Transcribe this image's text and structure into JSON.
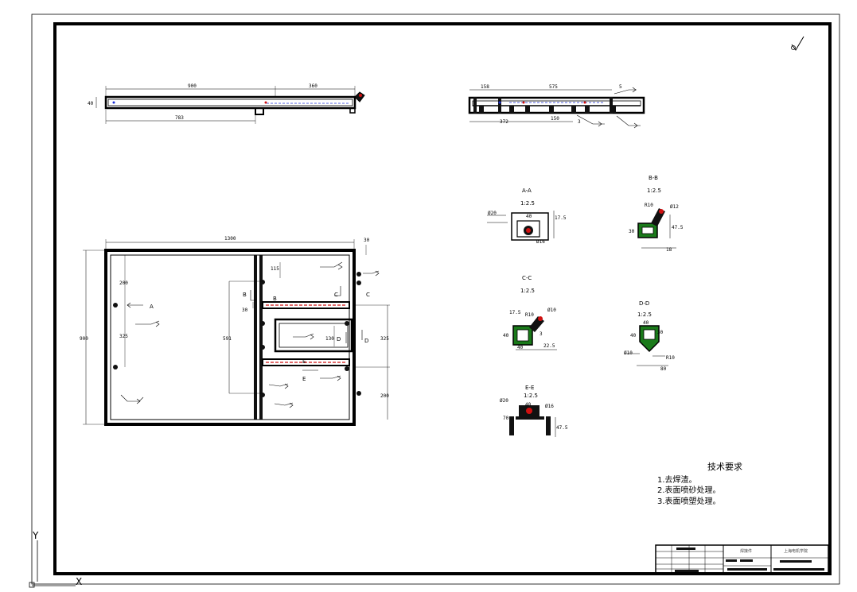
{
  "symbols": {
    "roughness": "√"
  },
  "top_view": {
    "dims": [
      "900",
      "360",
      "783"
    ],
    "side": "40"
  },
  "front_view": {
    "dims": [
      "158",
      "575",
      "5",
      "372",
      "150",
      "3"
    ]
  },
  "plan_view": {
    "dims": [
      "1300",
      "30",
      "900",
      "200",
      "325",
      "115",
      "30",
      "591",
      "130",
      "325",
      "200"
    ],
    "section_marks": [
      "A",
      "B",
      "B",
      "C",
      "C",
      "D",
      "D",
      "E",
      "E"
    ]
  },
  "sections": [
    {
      "name": "A-A",
      "scale": "1:2.5"
    },
    {
      "name": "B-B",
      "scale": "1:2.5"
    },
    {
      "name": "C-C",
      "scale": "1:2.5"
    },
    {
      "name": "D-D",
      "scale": "1:2.5"
    },
    {
      "name": "E-E",
      "scale": "1:2.5"
    }
  ],
  "section_dims": {
    "aa": [
      "Ø20",
      "40",
      "17.5",
      "Ø16"
    ],
    "bb": [
      "R10",
      "Ø12",
      "30",
      "47.5",
      "18"
    ],
    "cc": [
      "R10",
      "Ø10",
      "17.5",
      "40",
      "40",
      "22.5",
      "3"
    ],
    "dd": [
      "40",
      "40",
      "30",
      "Ø10",
      "R10",
      "80"
    ],
    "ee": [
      "Ø20",
      "40",
      "Ø16",
      "70",
      "47.5"
    ]
  },
  "notes": {
    "title": "技术要求",
    "items": [
      "1.去焊渣。",
      "2.表面喷砂处理。",
      "3.表面喷塑处理。"
    ]
  },
  "title_block": {
    "part_name": "焊接件",
    "school": "上海电机学院"
  },
  "ucs": {
    "y": "Y",
    "x": "X"
  }
}
